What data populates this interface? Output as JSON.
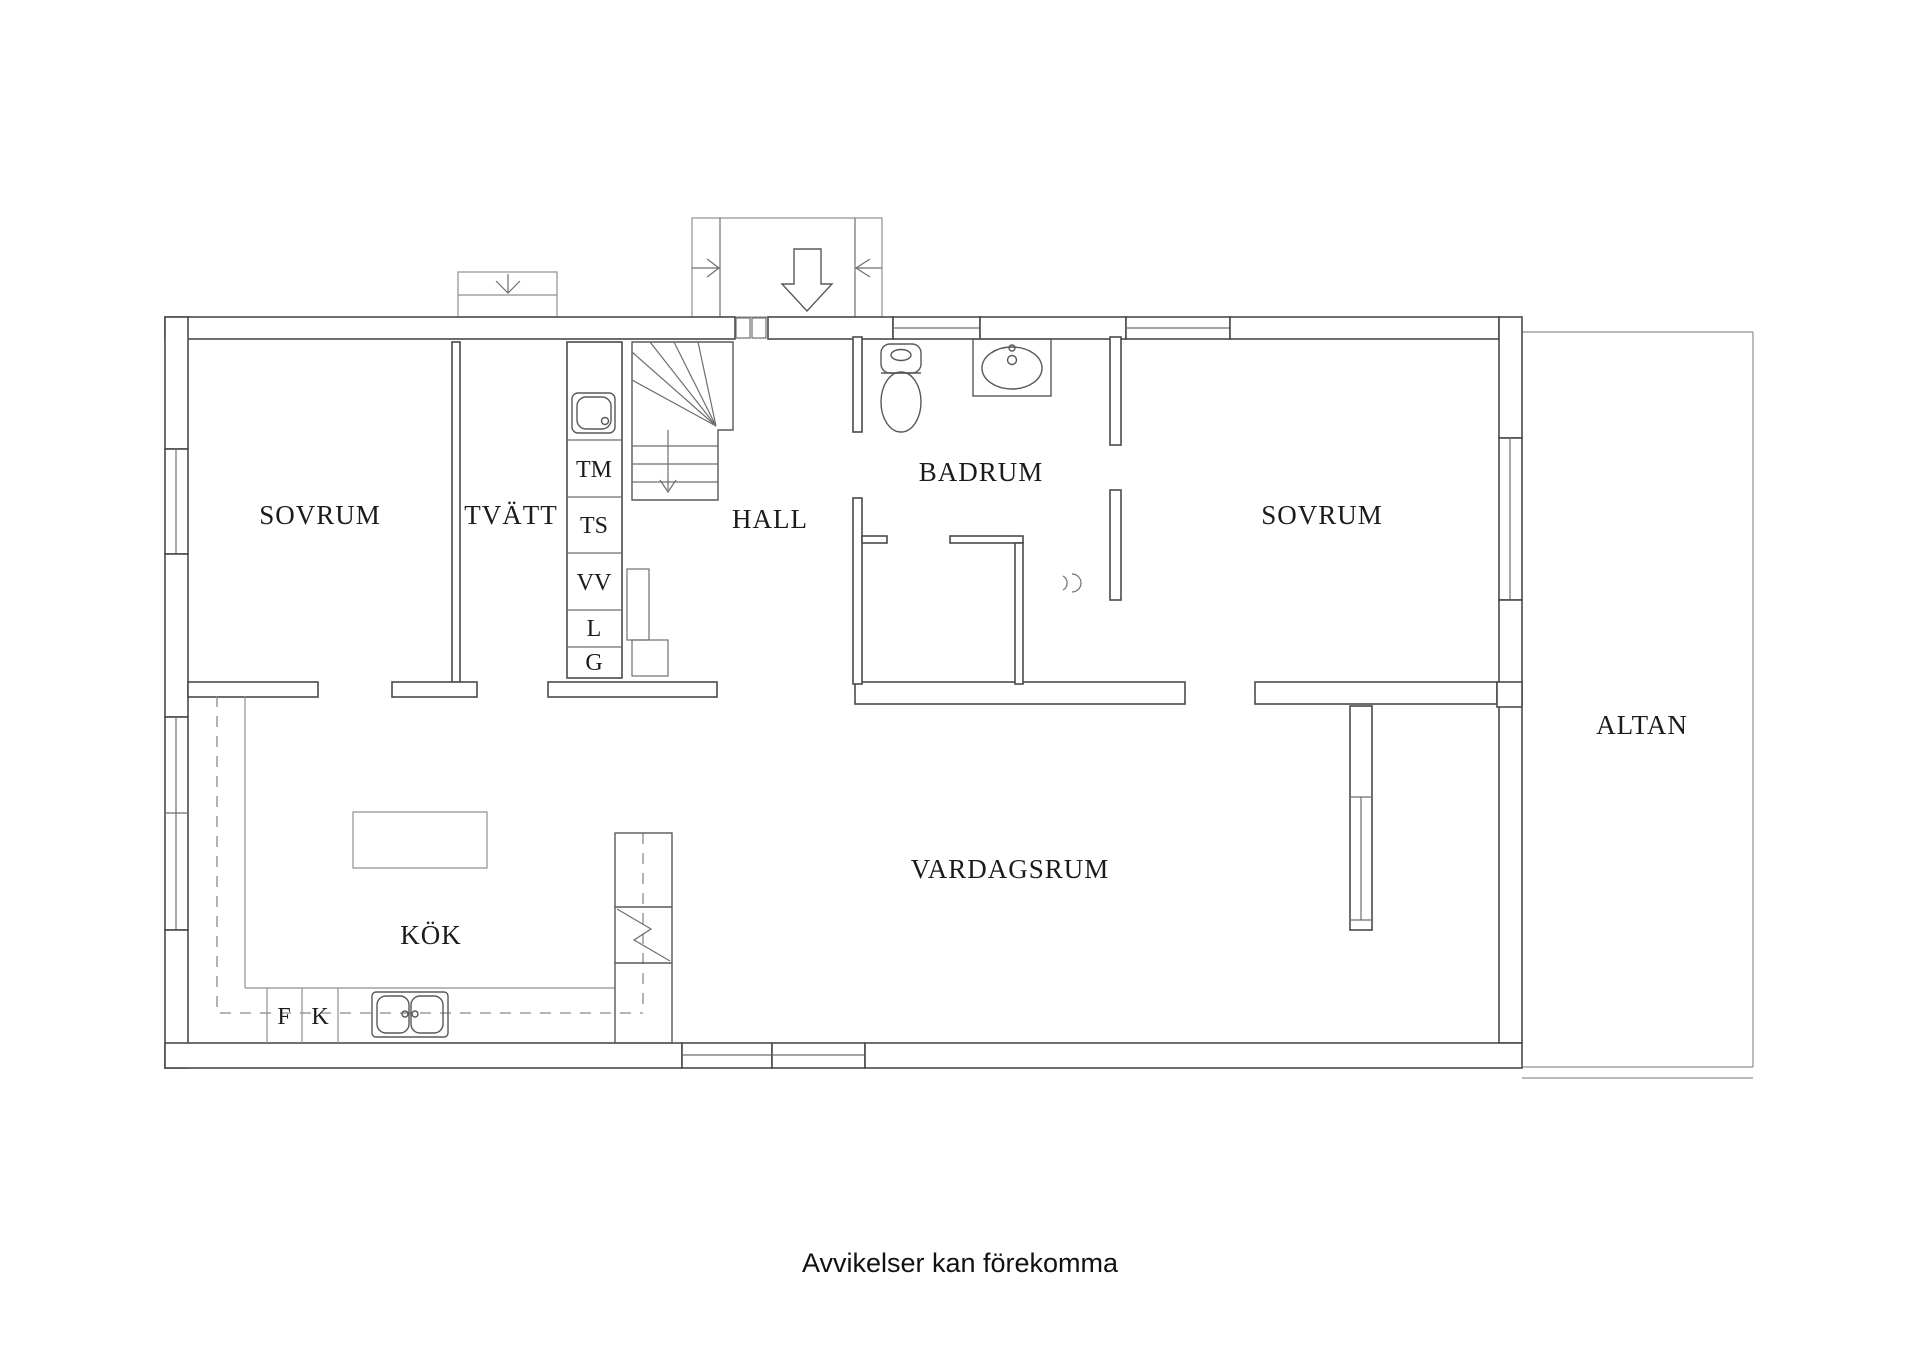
{
  "rooms": {
    "sovrum_left": "SOVRUM",
    "tvatt": "TVÄTT",
    "hall": "HALL",
    "badrum": "BADRUM",
    "sovrum_right": "SOVRUM",
    "kok": "KÖK",
    "vardagsrum": "VARDAGSRUM",
    "altan": "ALTAN"
  },
  "appliances": {
    "tm": "TM",
    "ts": "TS",
    "vv": "VV",
    "l": "L",
    "g": "G",
    "f": "F",
    "k": "K"
  },
  "footer": {
    "disclaimer": "Avvikelser kan förekomma"
  },
  "icons": {
    "entrance_arrow": "down-block-arrow",
    "canopy_arrow": "down-chevron",
    "entry_step_left": "right-arrow",
    "entry_step_right": "left-arrow",
    "stairs_direction": "down-arrow",
    "toilet": "toilet-top-view",
    "washbasin": "oval-basin",
    "laundry_sink": "square-basin",
    "kitchen_sink": "double-basin-sink",
    "stove": "zigzag-bolt",
    "floor_drain": "double-arc"
  },
  "colors": {
    "background": "#ffffff",
    "wall_line": "#4a4a4a",
    "light_line": "#8f8f8f",
    "dashed_line": "#8a8a8a",
    "text": "#1b1b1b"
  }
}
